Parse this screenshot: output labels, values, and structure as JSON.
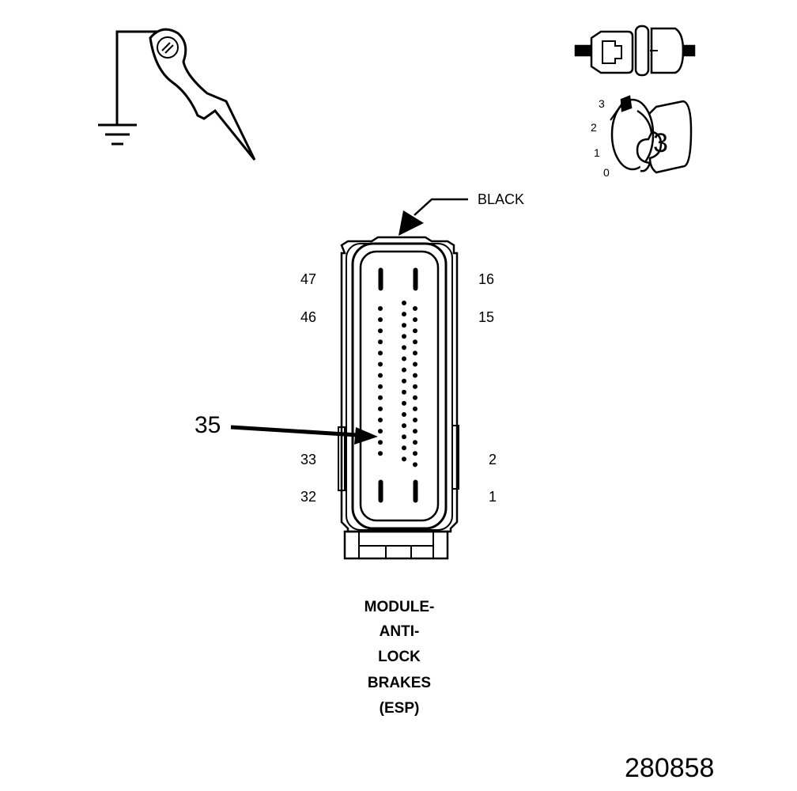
{
  "color_label": "BLACK",
  "pin_labels": {
    "left_top_a": "47",
    "left_top_b": "46",
    "left_bot_a": "33",
    "left_bot_b": "32",
    "right_top_a": "16",
    "right_top_b": "15",
    "right_bot_a": "2",
    "right_bot_b": "1"
  },
  "callout_pin": "35",
  "ignition_positions": [
    "3",
    "2",
    "1",
    "0"
  ],
  "ignition_key_number": "3",
  "module_title": [
    "MODULE-",
    "ANTI-",
    "LOCK",
    "BRAKES",
    "(ESP)"
  ],
  "figure_number": "280858",
  "icons": {
    "probe": "ground-probe-icon",
    "connector": "disconnected-connector-icon",
    "ignition": "ignition-switch-icon"
  }
}
